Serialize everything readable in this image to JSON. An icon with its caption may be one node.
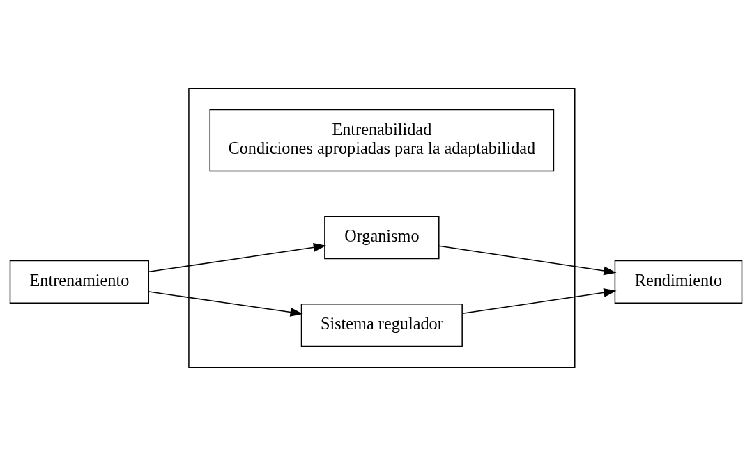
{
  "diagram": {
    "nodes": [
      {
        "text": [],
        "shape": "box"
      },
      {
        "text": [
          "Entrenabilidad",
          "Condiciones apropiadas para la adaptabilidad"
        ],
        "in": 0
      },
      {
        "text": [
          "Entrenamiento"
        ]
      },
      {
        "text": [
          "Organismo"
        ],
        "in": 0
      },
      {
        "text": [
          "Rendimiento"
        ]
      },
      {
        "text": [
          "Sistema regulador"
        ],
        "in": 0
      }
    ],
    "edges": [
      {
        "from": 2,
        "to": 3,
        "arrow": "to"
      },
      {
        "from": 2,
        "to": 5,
        "arrow": "to"
      },
      {
        "from": 3,
        "to": 4,
        "arrow": "to"
      },
      {
        "from": 5,
        "to": 4,
        "arrow": "to"
      }
    ]
  }
}
